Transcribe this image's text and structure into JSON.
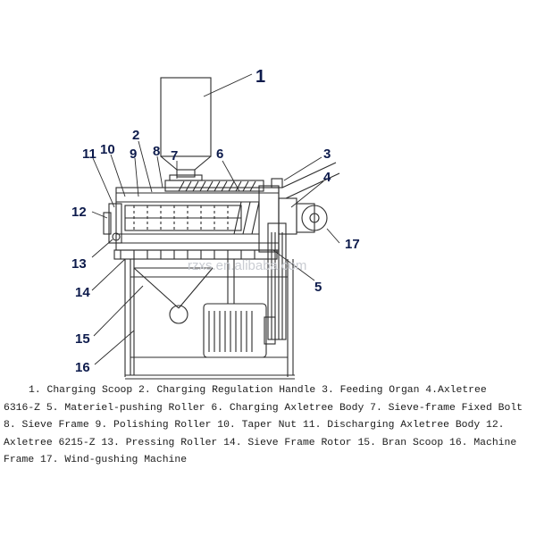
{
  "figure": {
    "watermark": "rzxs.en.alibaba.com",
    "callouts": [
      "1",
      "2",
      "3",
      "4",
      "5",
      "6",
      "7",
      "8",
      "9",
      "10",
      "11",
      "12",
      "13",
      "14",
      "15",
      "16",
      "17"
    ],
    "caption_lines": [
      "1. Charging Scoop 2. Charging Regulation Handle 3. Feeding Organ 4.Axletree",
      "6316-Z 5. Materiel-pushing Roller 6. Charging Axletree Body 7. Sieve-frame Fixed Bolt",
      "8. Sieve Frame 9. Polishing Roller 10. Taper Nut 11. Discharging Axletree Body 12.",
      "Axletree  6215-Z 13. Pressing Roller 14. Sieve Frame Rotor 15. Bran Scoop 16. Machine",
      "Frame 17. Wind-gushing Machine"
    ]
  }
}
